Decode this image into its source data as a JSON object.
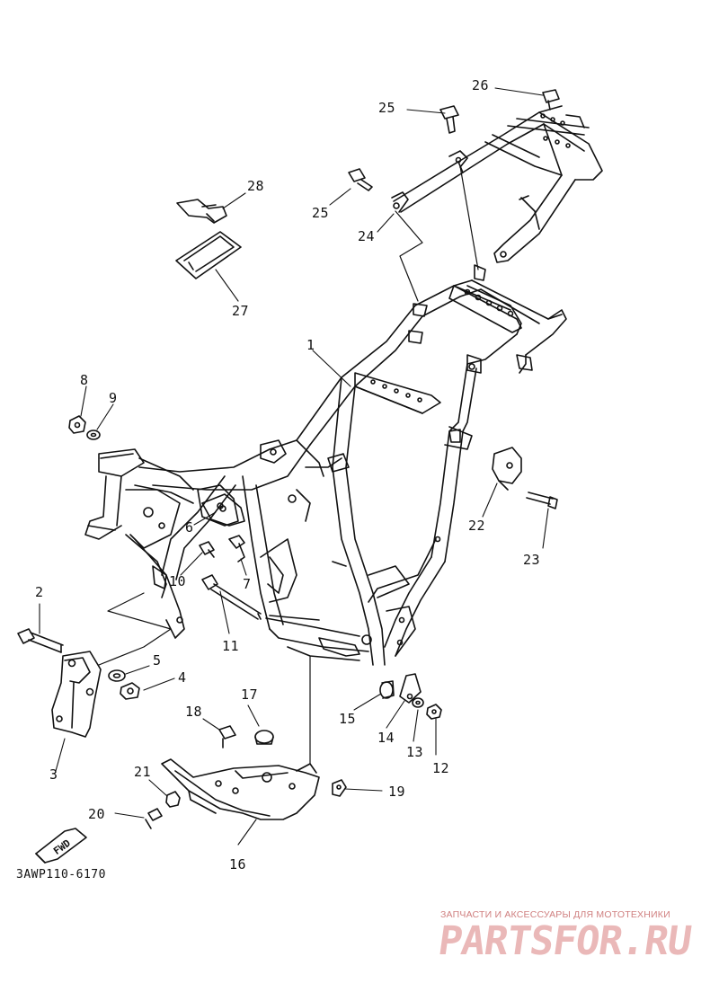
{
  "diagram": {
    "callouts": [
      {
        "id": "1",
        "label": "1"
      },
      {
        "id": "2",
        "label": "2"
      },
      {
        "id": "3",
        "label": "3"
      },
      {
        "id": "4",
        "label": "4"
      },
      {
        "id": "5",
        "label": "5"
      },
      {
        "id": "6",
        "label": "6"
      },
      {
        "id": "7",
        "label": "7"
      },
      {
        "id": "8",
        "label": "8"
      },
      {
        "id": "9",
        "label": "9"
      },
      {
        "id": "10",
        "label": "10"
      },
      {
        "id": "11",
        "label": "11"
      },
      {
        "id": "12",
        "label": "12"
      },
      {
        "id": "13",
        "label": "13"
      },
      {
        "id": "14",
        "label": "14"
      },
      {
        "id": "15",
        "label": "15"
      },
      {
        "id": "16",
        "label": "16"
      },
      {
        "id": "17",
        "label": "17"
      },
      {
        "id": "18",
        "label": "18"
      },
      {
        "id": "19",
        "label": "19"
      },
      {
        "id": "20",
        "label": "20"
      },
      {
        "id": "21",
        "label": "21"
      },
      {
        "id": "22",
        "label": "22"
      },
      {
        "id": "23",
        "label": "23"
      },
      {
        "id": "24",
        "label": "24"
      },
      {
        "id": "25a",
        "label": "25"
      },
      {
        "id": "25b",
        "label": "25"
      },
      {
        "id": "26",
        "label": "26"
      },
      {
        "id": "27",
        "label": "27"
      },
      {
        "id": "28",
        "label": "28"
      }
    ],
    "direction_marker": "FWD",
    "diagram_code": "3AWP110-6170"
  },
  "watermark": {
    "tagline": "ЗАПЧАСТИ И АКСЕССУАРЫ ДЛЯ МОТОТЕХНИКИ",
    "logo_text": "PARTSFOR.RU",
    "color": "#e8b0b0"
  }
}
